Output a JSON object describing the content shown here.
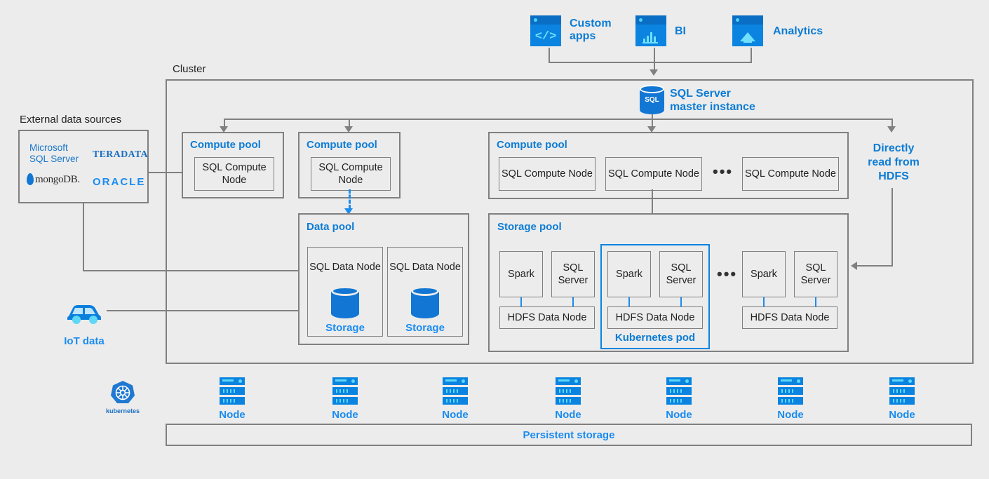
{
  "top_consumers": [
    {
      "label": "Custom apps",
      "icon": "code-window-icon"
    },
    {
      "label": "BI",
      "icon": "barchart-window-icon"
    },
    {
      "label": "Analytics",
      "icon": "analytics-window-icon"
    }
  ],
  "cluster": {
    "label": "Cluster",
    "master": {
      "label_line1": "SQL Server",
      "label_line2": "master instance",
      "icon_text": "SQL"
    }
  },
  "external": {
    "title": "External data sources",
    "sources": [
      {
        "name": "Microsoft SQL Server",
        "line1": "Microsoft",
        "line2": "SQL Server"
      },
      {
        "name": "Teradata",
        "text": "TERADATA"
      },
      {
        "name": "MongoDB",
        "text": "mongoDB."
      },
      {
        "name": "Oracle",
        "text": "ORACLE"
      }
    ]
  },
  "iot": {
    "label": "IoT data",
    "icon": "car-icon"
  },
  "compute_pool_small_1": {
    "title": "Compute pool",
    "nodes": [
      "SQL Compute Node"
    ]
  },
  "compute_pool_small_2": {
    "title": "Compute pool",
    "nodes": [
      "SQL Compute Node"
    ]
  },
  "compute_pool_main": {
    "title": "Compute pool",
    "nodes": [
      "SQL Compute Node",
      "SQL Compute Node",
      "SQL Compute Node"
    ],
    "ellipsis": "•••"
  },
  "data_pool": {
    "title": "Data pool",
    "nodes": [
      {
        "title": "SQL Data Node",
        "storage_label": "Storage"
      },
      {
        "title": "SQL Data Node",
        "storage_label": "Storage"
      }
    ]
  },
  "storage_pool": {
    "title": "Storage pool",
    "ellipsis": "•••",
    "pod_label": "Kubernetes pod",
    "groups": [
      {
        "spark": "Spark",
        "sqlserver": "SQL Server",
        "hdfs": "HDFS Data Node",
        "highlighted": false
      },
      {
        "spark": "Spark",
        "sqlserver": "SQL Server",
        "hdfs": "HDFS Data Node",
        "highlighted": true
      },
      {
        "spark": "Spark",
        "sqlserver": "SQL Server",
        "hdfs": "HDFS Data Node",
        "highlighted": false
      }
    ]
  },
  "direct_read": {
    "line1": "Directly",
    "line2": "read from",
    "line3": "HDFS"
  },
  "infrastructure": {
    "kubernetes_label": "kubernetes",
    "nodes": [
      {
        "label": "Node"
      },
      {
        "label": "Node"
      },
      {
        "label": "Node"
      },
      {
        "label": "Node"
      },
      {
        "label": "Node"
      },
      {
        "label": "Node"
      },
      {
        "label": "Node"
      }
    ],
    "persistent_storage": "Persistent storage"
  },
  "colors": {
    "accent_blue": "#1a8cf0",
    "label_blue": "#0c7cd5",
    "line_gray": "#808080",
    "background": "#ececec",
    "icon_blue": "#0a84e0",
    "cyan": "#5fd8f8"
  }
}
